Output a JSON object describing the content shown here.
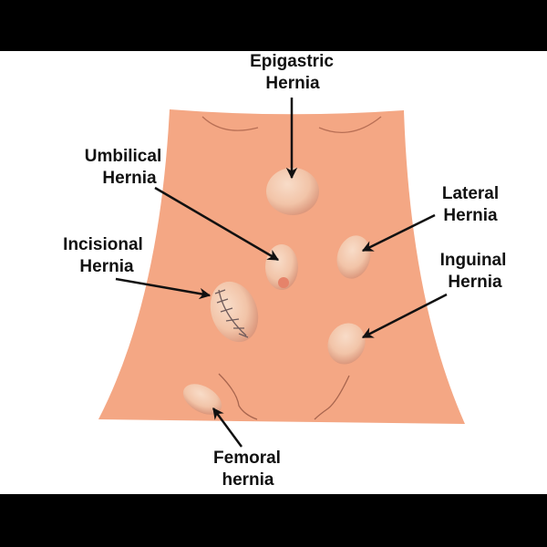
{
  "title": "Types of Hernia",
  "colors": {
    "skin": "#F4A784",
    "bulge": "#F5CDB4",
    "bulge_shadow": "#D9937A",
    "navel": "#E6836A",
    "line": "#A8654E",
    "stitch": "#6E5A5A",
    "arrow": "#111111"
  },
  "labels": {
    "epigastric": [
      "Epigastric",
      "Hernia"
    ],
    "umbilical": [
      "Umbilical",
      "Hernia"
    ],
    "incisional": [
      "Incisional",
      "Hernia"
    ],
    "lateral": [
      "Lateral",
      "Hernia"
    ],
    "inguinal": [
      "Inguinal",
      "Hernia"
    ],
    "femoral": [
      "Femoral",
      "hernia"
    ]
  }
}
